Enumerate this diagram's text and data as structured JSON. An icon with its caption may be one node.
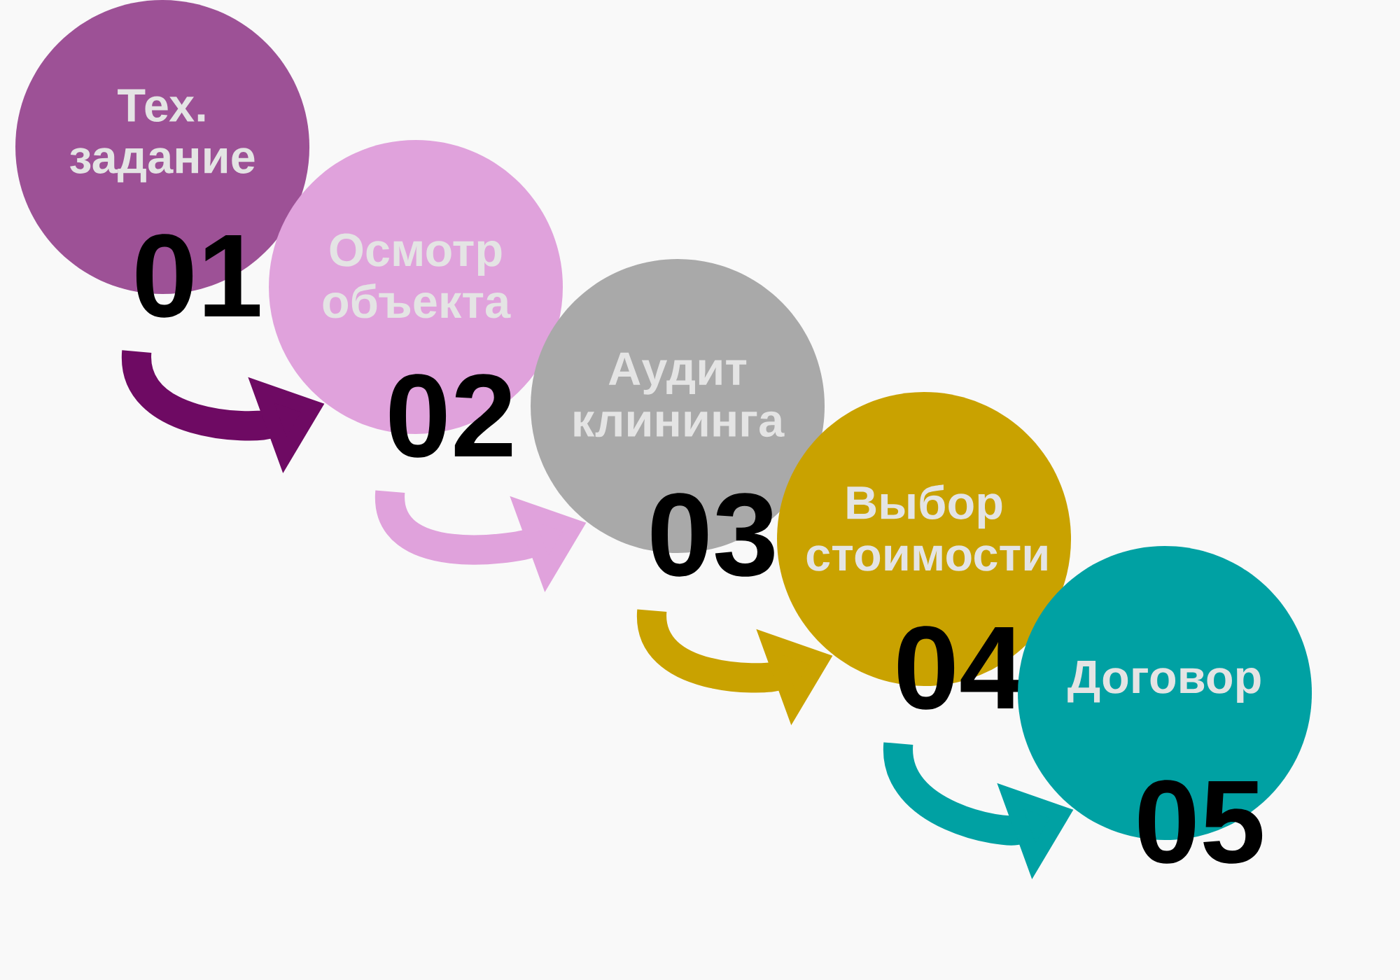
{
  "diagram": {
    "nodes": [
      {
        "text": [
          "Тех. задание",
          "01"
        ]
      },
      {
        "text": [
          "Осмотр объекта",
          "02"
        ]
      },
      {
        "text": [
          "Аудит клининга",
          "03"
        ]
      },
      {
        "text": [
          "Выбор стоимости",
          "04"
        ]
      },
      {
        "text": [
          "Договор",
          "05"
        ]
      }
    ],
    "edges": [
      {
        "from": 0,
        "to": 1,
        "arrow": "to",
        "color": "#6e0a63"
      },
      {
        "from": 1,
        "to": 2,
        "arrow": "to",
        "color": "#e0a2dc"
      },
      {
        "from": 2,
        "to": 3,
        "arrow": "to",
        "color": "#c9a200"
      },
      {
        "from": 3,
        "to": 4,
        "arrow": "to",
        "color": "#00a1a3"
      }
    ]
  }
}
